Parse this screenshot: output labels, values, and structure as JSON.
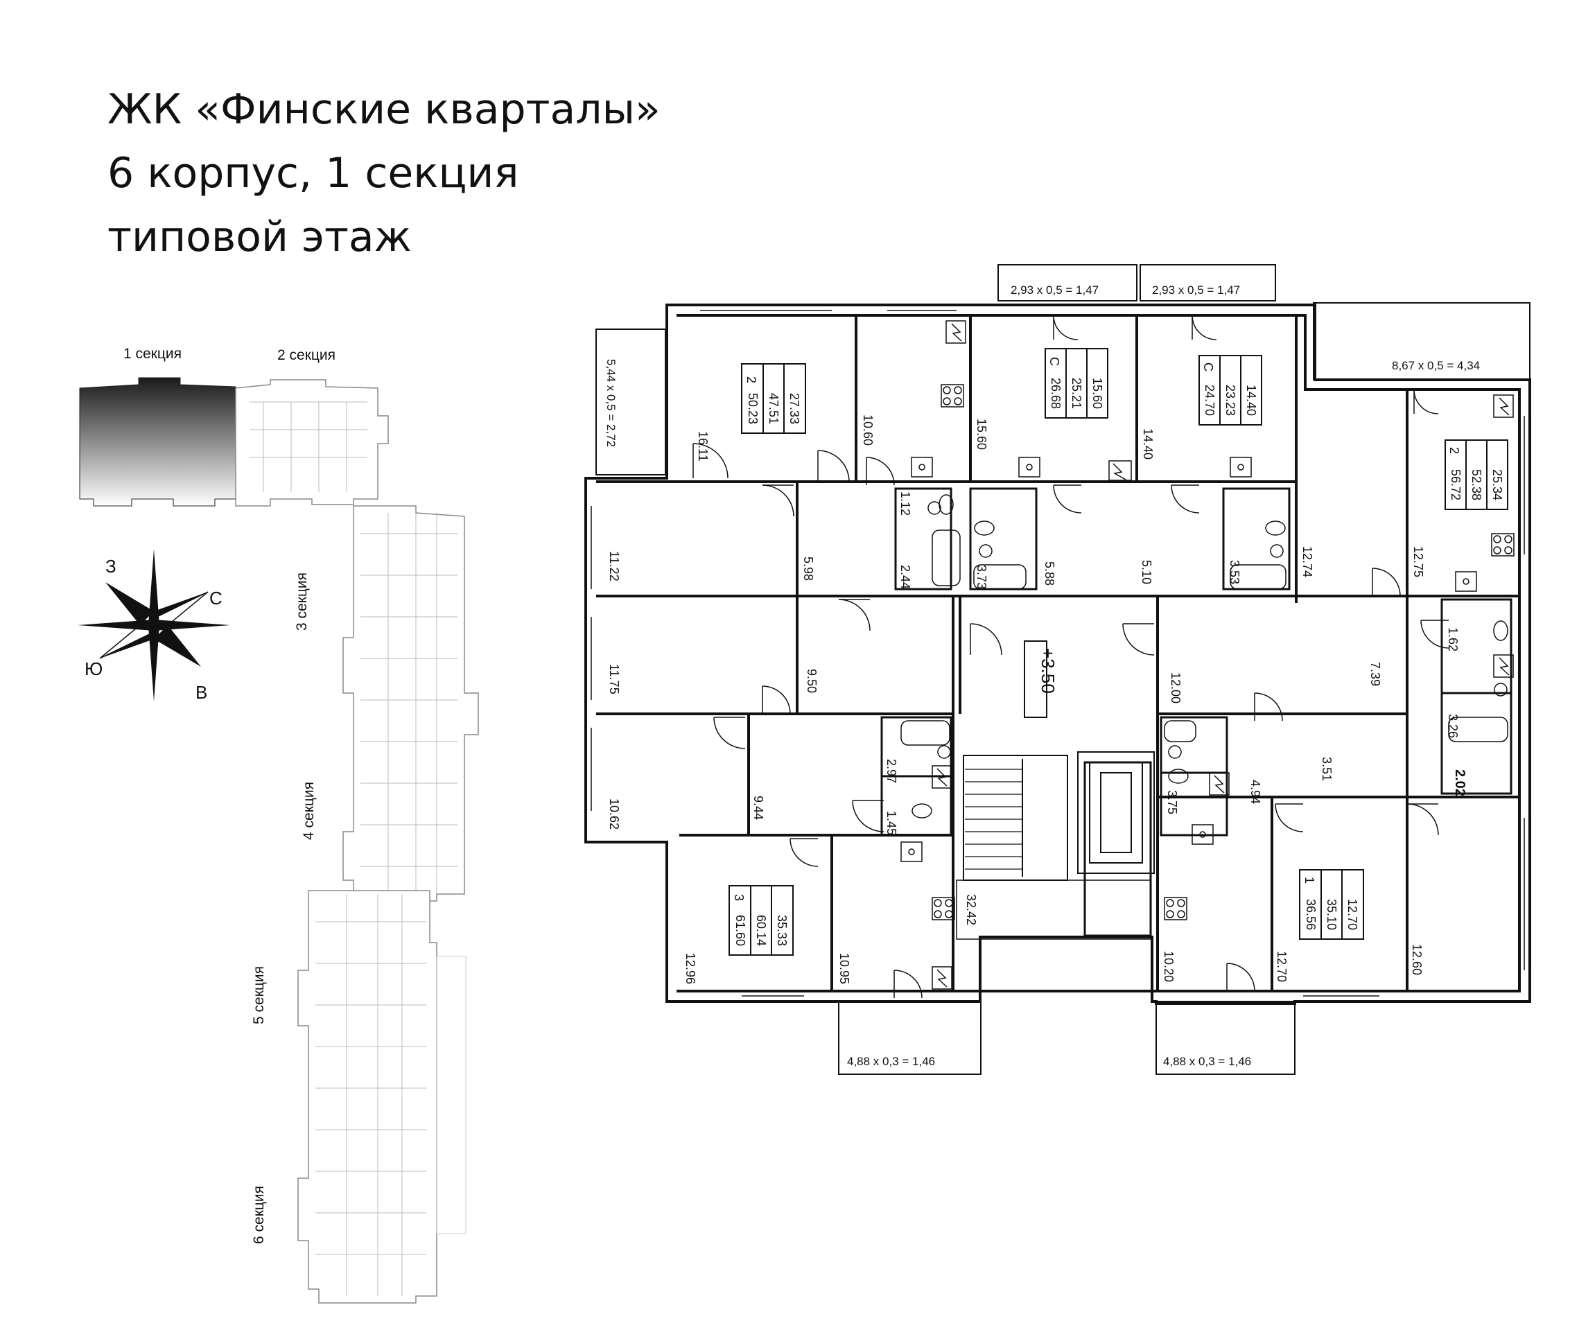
{
  "title": {
    "line1": "ЖК «Финские кварталы»",
    "line2": "6 корпус, 1 секция",
    "line3": "типовой этаж"
  },
  "keyplan": {
    "sections": [
      "1 секция",
      "2 секция",
      "3 секция",
      "4 секция",
      "5 секция",
      "6 секция"
    ],
    "highlighted": "1 секция"
  },
  "compass": {
    "n": "С",
    "s": "Ю",
    "w": "З",
    "e": "В"
  },
  "floor_level": "+3.50",
  "balconies": [
    "2,93 x 0,5 = 1,47",
    "2,93 x 0,5 = 1,47",
    "8,67 x 0,5 = 4,34",
    "5,44 x 0,5 = 2,72",
    "4,88 x 0,3 = 1,46",
    "4,88 x 0,3 = 1,46"
  ],
  "apartments": [
    {
      "rooms": "2",
      "living": "27.33",
      "area": "47.51",
      "total": "50.23"
    },
    {
      "rooms": "С",
      "living": "15.60",
      "area": "25.21",
      "total": "26.68"
    },
    {
      "rooms": "С",
      "living": "14.40",
      "area": "23.23",
      "total": "24.70"
    },
    {
      "rooms": "2",
      "living": "25.34",
      "area": "52.38",
      "total": "56.72"
    },
    {
      "rooms": "3",
      "living": "35.33",
      "area": "60.14",
      "total": "61.60"
    },
    {
      "rooms": "1",
      "living": "12.70",
      "area": "35.10",
      "total": "36.56"
    }
  ],
  "room_areas": [
    "16.11",
    "10.60",
    "15.60",
    "14.40",
    "12.74",
    "12.75",
    "1.12",
    "2.44",
    "3.73",
    "5.88",
    "5.10",
    "3.53",
    "11.22",
    "5.98",
    "11.75",
    "9.50",
    "12.00",
    "7.39",
    "1.62",
    "3.26",
    "10.62",
    "9.44",
    "2.97",
    "1.45",
    "32.42",
    "3.75",
    "4.94",
    "3.51",
    "2.02",
    "12.96",
    "10.95",
    "10.20",
    "12.70",
    "12.60"
  ]
}
